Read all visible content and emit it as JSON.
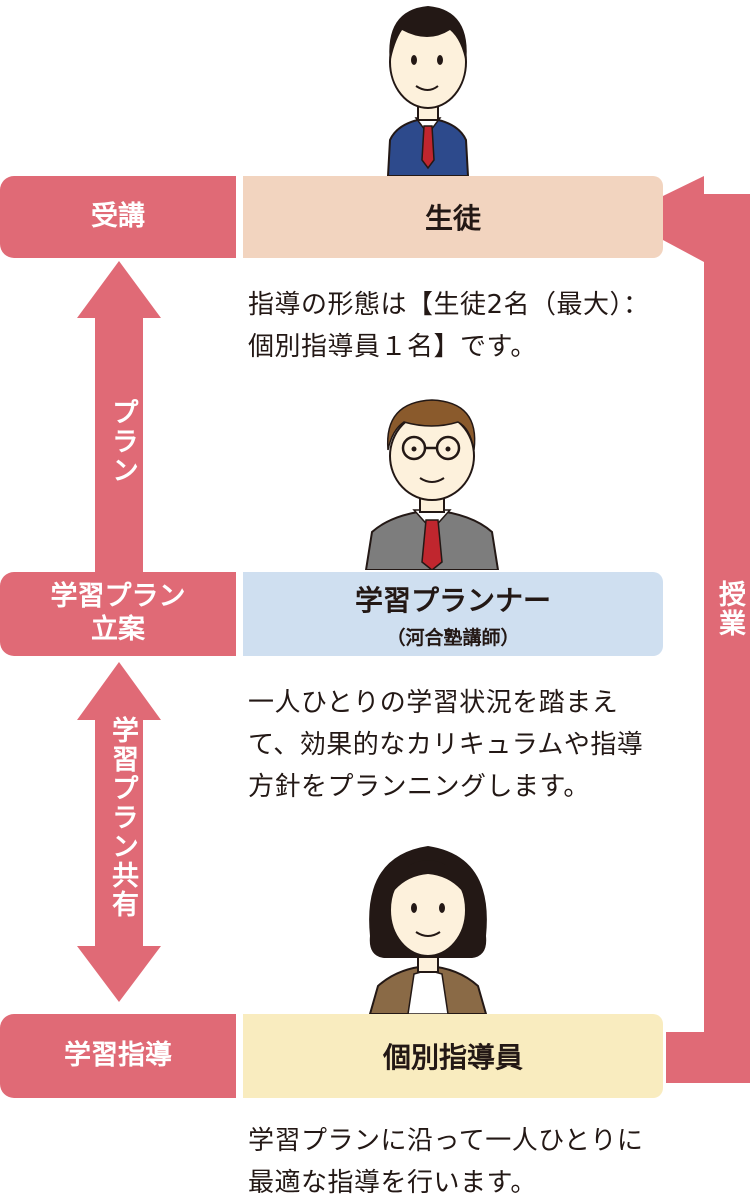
{
  "colors": {
    "pink": "#e06a76",
    "student_box": "#f2d4bf",
    "planner_box": "#cfdff0",
    "instructor_box": "#f9ecbf"
  },
  "left_actions": {
    "receive": "受講",
    "plan_make": "学習プラン\n立案",
    "guide": "学習指導"
  },
  "roles": {
    "student": {
      "label": "生徒"
    },
    "planner": {
      "label": "学習プランナー",
      "sub": "（河合塾講師）"
    },
    "instructor": {
      "label": "個別指導員"
    }
  },
  "arrows": {
    "plan": "プラン",
    "plan_share": "学習プラン共有",
    "lesson": "授業"
  },
  "descriptions": {
    "student": [
      "指導の形態は【生徒2名（最大）：",
      "個別指導員１名】です。"
    ],
    "planner": [
      "一人ひとりの学習状況を踏まえ",
      "て、効果的なカリキュラムや指導",
      "方針をプランニングします。"
    ],
    "instructor": [
      "学習プランに沿って一人ひとりに",
      "最適な指導を行います。"
    ]
  },
  "icons": {
    "student": "student-illustration",
    "planner": "planner-illustration",
    "instructor": "instructor-illustration"
  }
}
